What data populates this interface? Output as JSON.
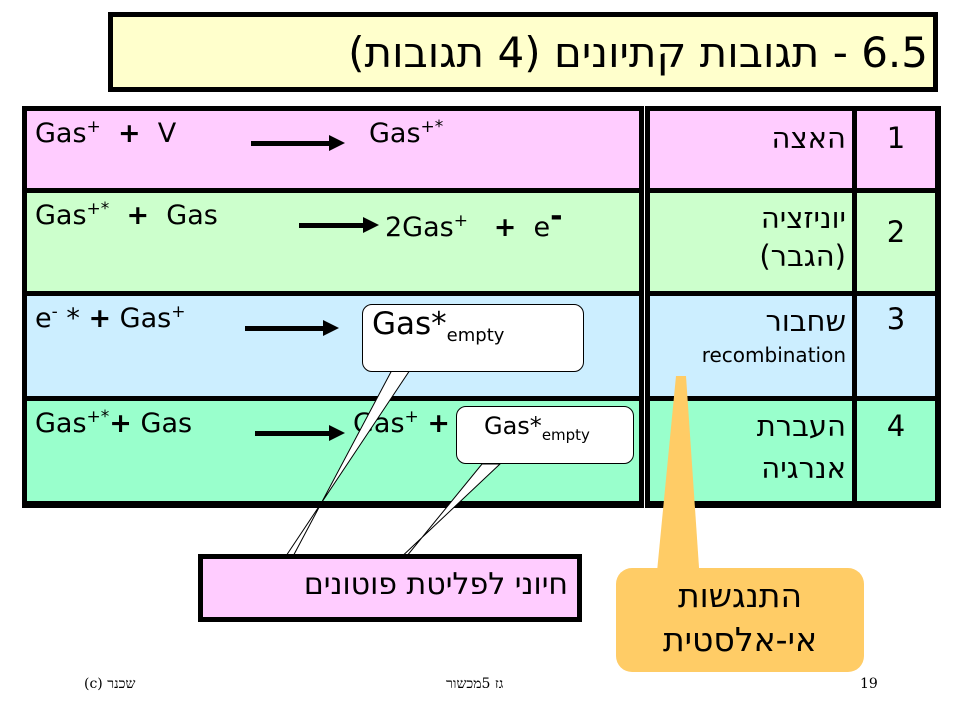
{
  "title": "6.5 - תגובות קתיונים (4 תגובות)",
  "reactions": [
    {
      "left": "Gas",
      "left_sup": "+",
      "plus": "+",
      "reactant2": "V",
      "product": "Gas",
      "product_sup": "+*"
    },
    {
      "left": "Gas",
      "left_sup": "+*",
      "plus": "+",
      "reactant2": "Gas",
      "product": "2Gas",
      "product_sup": "+",
      "plus2": "+",
      "extra": "e",
      "extra_sup": "-"
    },
    {
      "left": "e",
      "left_sup": "-",
      "star": "*",
      "plus": "+",
      "reactant2": "Gas",
      "reactant2_sup": "+"
    },
    {
      "left": "Gas",
      "left_sup": "+*",
      "plus": "+",
      "reactant2": "Gas",
      "product": "Gas",
      "product_sup": "+",
      "plus2": "+"
    }
  ],
  "processes": [
    {
      "number": "1",
      "name_line1": "האצה",
      "name_line2": ""
    },
    {
      "number": "2",
      "name_line1": "יוניזציה",
      "name_line2": "(הגבר)"
    },
    {
      "number": "3",
      "name_line1": "שחבור",
      "name_line2": "recombination"
    },
    {
      "number": "4",
      "name_line1": "העברת",
      "name_line2": "אנרגיה"
    }
  ],
  "callouts": {
    "excited_main": "Gas*",
    "excited_sub": "empty"
  },
  "photon_label": "חיוני לפליטת פוטונים",
  "inelastic": {
    "line1": "התנגשות",
    "line2": "אי-אלסטית"
  },
  "footer": {
    "left": "(c)  שכנר",
    "center": "גז 5מכשור",
    "right": "19"
  },
  "colors": {
    "title_bg": "#ffffcc",
    "row1": "#ffccff",
    "row2": "#ccffcc",
    "row3": "#cceeff",
    "row4": "#99ffcc",
    "photon_bg": "#ffccff",
    "inelastic_bg": "#ffcc66"
  }
}
